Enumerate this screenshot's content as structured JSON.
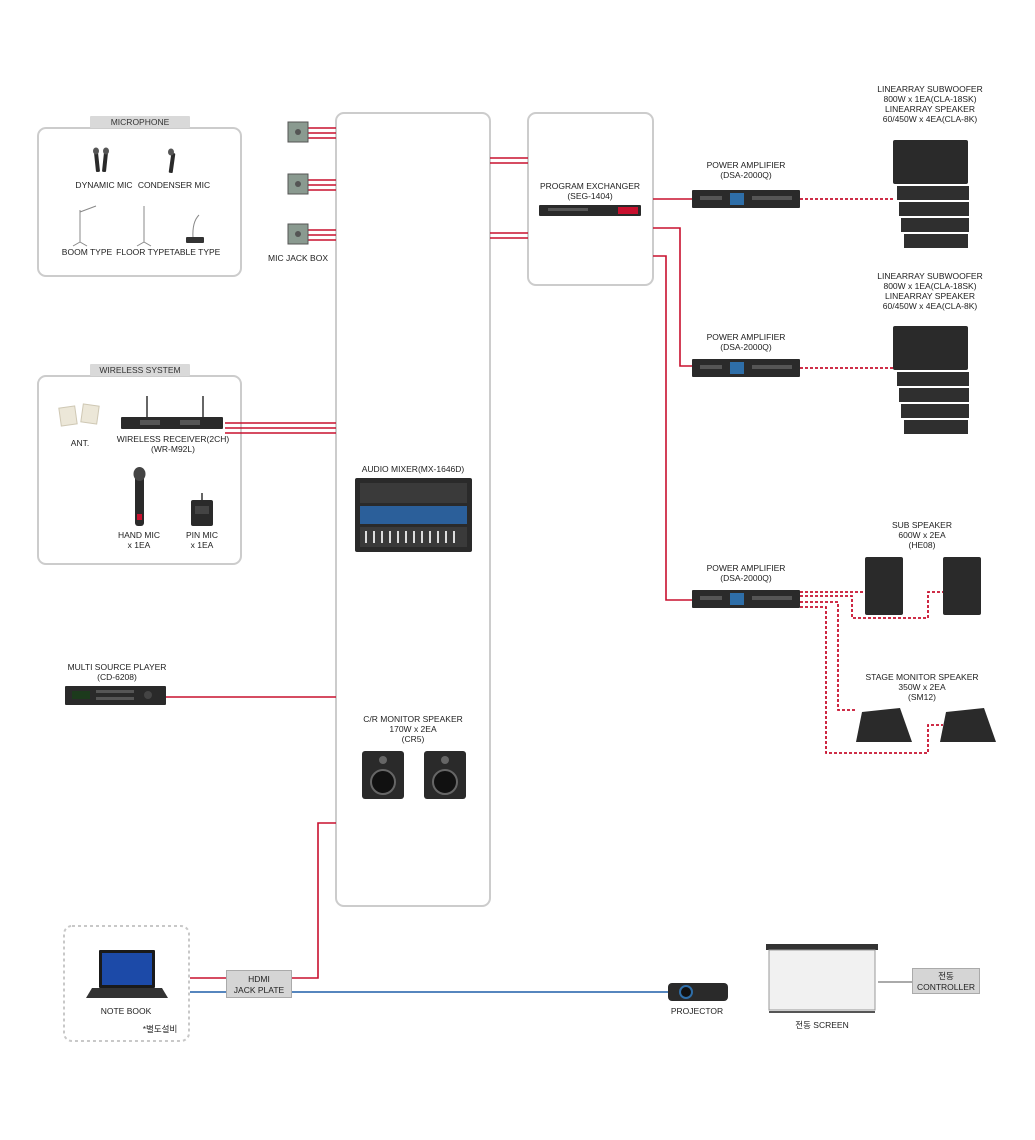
{
  "colors": {
    "signal": "#c8102e",
    "video": "#1f5fa8",
    "panel_border": "#cccccc",
    "device": "#2a2a2a"
  },
  "microphone": {
    "title": "MICROPHONE",
    "dynamic": "DYNAMIC MIC",
    "condenser": "CONDENSER MIC",
    "boom": "BOOM TYPE",
    "floor": "FLOOR TYPE",
    "table": "TABLE TYPE"
  },
  "mic_jack_box": "MIC JACK BOX",
  "wireless": {
    "title": "WIRELESS SYSTEM",
    "ant": "ANT.",
    "receiver": [
      "WIRELESS RECEIVER(2CH)",
      "(WR-M92L)"
    ],
    "hand_mic": [
      "HAND MIC",
      "x 1EA"
    ],
    "pin_mic": [
      "PIN MIC",
      "x 1EA"
    ]
  },
  "multi_source": [
    "MULTI SOURCE PLAYER",
    "(CD-6208)"
  ],
  "mixer": "AUDIO MIXER(MX-1646D)",
  "monitor": [
    "C/R MONITOR SPEAKER",
    "170W x 2EA",
    "(CR5)"
  ],
  "exchanger": [
    "PROGRAM EXCHANGER",
    "(SEG-1404)"
  ],
  "amp1": [
    "POWER AMPLIFIER",
    "(DSA-2000Q)"
  ],
  "amp2": [
    "POWER AMPLIFIER",
    "(DSA-2000Q)"
  ],
  "amp3": [
    "POWER AMPLIFIER",
    "(DSA-2000Q)"
  ],
  "linearray1": [
    "LINEARRAY SUBWOOFER",
    "800W x 1EA(CLA-18SK)",
    "LINEARRAY SPEAKER",
    "60/450W x 4EA(CLA-8K)"
  ],
  "linearray2": [
    "LINEARRAY SUBWOOFER",
    "800W x 1EA(CLA-18SK)",
    "LINEARRAY SPEAKER",
    "60/450W x 4EA(CLA-8K)"
  ],
  "sub_speaker": [
    "SUB SPEAKER",
    "600W x 2EA",
    "(HE08)"
  ],
  "stage_monitor": [
    "STAGE MONITOR SPEAKER",
    "350W x 2EA",
    "(SM12)"
  ],
  "notebook": "NOTE BOOK",
  "note_separate": "*별도설비",
  "hdmi": [
    "HDMI",
    "JACK PLATE"
  ],
  "projector": "PROJECTOR",
  "screen": "전동 SCREEN",
  "controller": [
    "전동",
    "CONTROLLER"
  ]
}
